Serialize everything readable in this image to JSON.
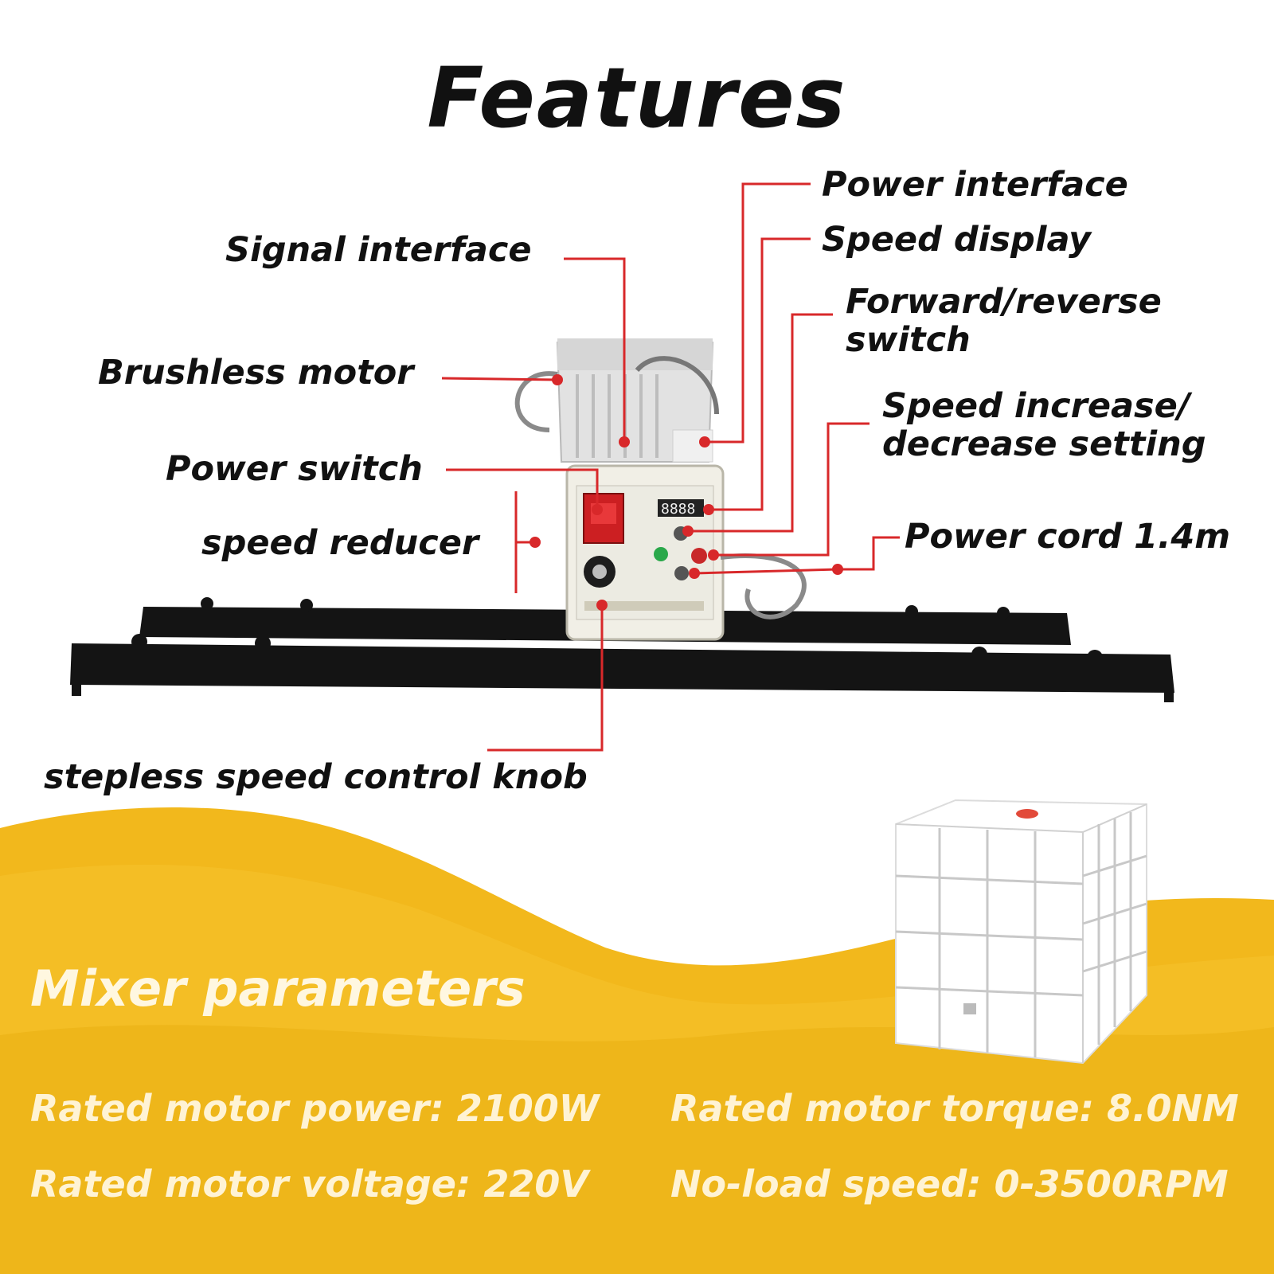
{
  "title": "Features",
  "callouts": {
    "power_interface": "Power interface",
    "signal_interface": "Signal interface",
    "speed_display": "Speed display",
    "forward_reverse_1": "Forward/reverse",
    "forward_reverse_2": "switch",
    "brushless_motor": "Brushless motor",
    "speed_incdec_1": "Speed increase/",
    "speed_incdec_2": "decrease setting",
    "power_switch": "Power switch",
    "speed_reducer": "speed reducer",
    "power_cord": "Power cord 1.4m",
    "knob": "stepless speed control knob"
  },
  "parameters": {
    "heading": "Mixer parameters",
    "power": "Rated motor power: 2100W",
    "torque": "Rated motor torque: 8.0NM",
    "voltage": "Rated motor voltage: 220V",
    "speed": "No-load speed: 0-3500RPM"
  },
  "display_readout": "8888",
  "colors": {
    "accent_red": "#d8282a",
    "yellow": "#f2b81c",
    "frame_black": "#141414"
  }
}
